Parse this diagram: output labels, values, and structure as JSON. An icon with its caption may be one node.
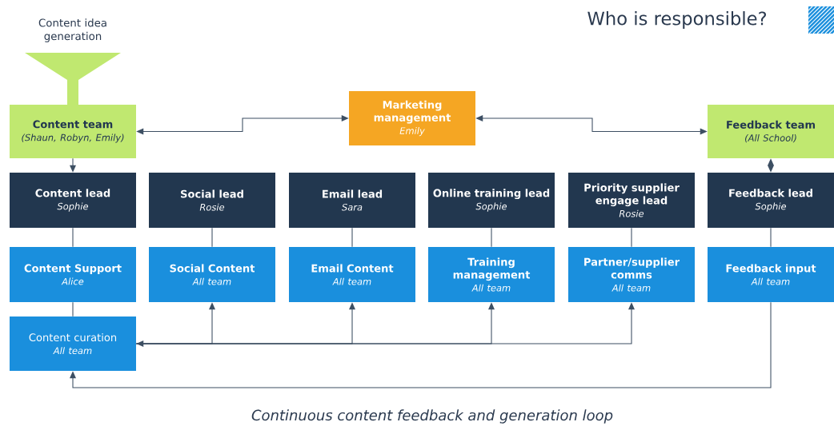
{
  "diagram": {
    "title": "Who is responsible?",
    "caption": "Continuous content feedback and generation loop",
    "nodes": [
      {
        "text": [
          "Content idea generation"
        ]
      },
      {
        "text": [
          "Content team",
          "(Shaun, Robyn, Emily)"
        ]
      },
      {
        "text": [
          "Marketing management",
          "Emily"
        ]
      },
      {
        "text": [
          "Feedback team",
          "(All School)"
        ]
      },
      {
        "text": [
          "Content lead",
          "Sophie"
        ]
      },
      {
        "text": [
          "Social lead",
          "Rosie"
        ]
      },
      {
        "text": [
          "Email lead",
          "Sara"
        ]
      },
      {
        "text": [
          "Online training lead",
          "Sophie"
        ]
      },
      {
        "text": [
          "Priority supplier engage lead",
          "Rosie"
        ]
      },
      {
        "text": [
          "Feedback lead",
          "Sophie"
        ]
      },
      {
        "text": [
          "Content Support",
          "Alice"
        ]
      },
      {
        "text": [
          "Social Content",
          "All team"
        ]
      },
      {
        "text": [
          "Email Content",
          "All team"
        ]
      },
      {
        "text": [
          "Training management",
          "All team"
        ]
      },
      {
        "text": [
          "Partner/supplier comms",
          "All team"
        ]
      },
      {
        "text": [
          "Feedback input",
          "All team"
        ]
      },
      {
        "text": [
          "Content curation",
          "All team"
        ]
      }
    ],
    "edges": [
      {
        "from": 1,
        "to": 2,
        "arrow": "both"
      },
      {
        "from": 2,
        "to": 3,
        "arrow": "both"
      },
      {
        "from": 1,
        "to": 4,
        "arrow": "to"
      },
      {
        "from": 3,
        "to": 9,
        "arrow": "both"
      },
      {
        "from": 4,
        "to": 10,
        "arrow": "none"
      },
      {
        "from": 5,
        "to": 11,
        "arrow": "none"
      },
      {
        "from": 6,
        "to": 12,
        "arrow": "none"
      },
      {
        "from": 7,
        "to": 13,
        "arrow": "none"
      },
      {
        "from": 8,
        "to": 14,
        "arrow": "none"
      },
      {
        "from": 9,
        "to": 15,
        "arrow": "none"
      },
      {
        "from": 10,
        "to": 16,
        "arrow": "none"
      },
      {
        "from": 16,
        "to": 11,
        "arrow": "to"
      },
      {
        "from": 16,
        "to": 12,
        "arrow": "to"
      },
      {
        "from": 16,
        "to": 13,
        "arrow": "to"
      },
      {
        "from": 16,
        "to": 14,
        "arrow": "both"
      },
      {
        "from": 15,
        "to": 16,
        "arrow": "to"
      }
    ]
  }
}
